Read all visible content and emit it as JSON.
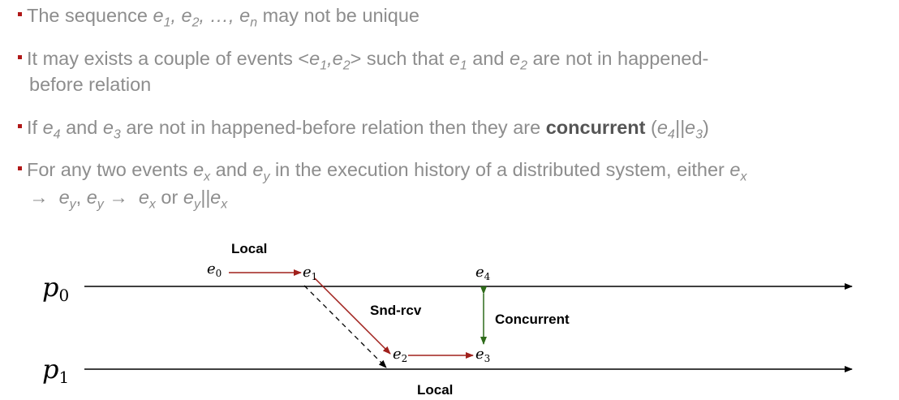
{
  "bullets": {
    "b1": {
      "t1": "The sequence ",
      "e": "e",
      "s1": "1",
      "c1": ", ",
      "s2": "2",
      "c2": ", …, ",
      "sn": "n",
      "t2": " may not be unique"
    },
    "b2": {
      "t1": "It may exists a couple of events <",
      "e": "e",
      "s1": "1",
      "c": ",",
      "s2": "2",
      "t2": "> such that ",
      "t3": " and ",
      "t4": " are not in happened-",
      "t5": "before relation"
    },
    "b3": {
      "t1": "If ",
      "e": "e",
      "s4": "4",
      "t2": " and ",
      "s3": "3",
      "t3": " are not in happened-before relation then they are ",
      "bold": "concurrent",
      "t4": " (",
      "bar": "||",
      "t5": ")"
    },
    "b4": {
      "t1": "For any two events ",
      "e": "e",
      "sx": "x",
      "t2": " and ",
      "sy": "y",
      "t3": " in the execution history of a distributed system, either ",
      "arrow": "→",
      "c": ", ",
      "t4": " or ",
      "bar": "||"
    }
  },
  "diagram": {
    "processes": [
      {
        "name": "p",
        "sub": "0"
      },
      {
        "name": "p",
        "sub": "1"
      }
    ],
    "events": {
      "e0": {
        "base": "e",
        "sub": "0"
      },
      "e1": {
        "base": "e",
        "sub": "1"
      },
      "e2": {
        "base": "e",
        "sub": "2"
      },
      "e3": {
        "base": "e",
        "sub": "3"
      },
      "e4": {
        "base": "e",
        "sub": "4"
      }
    },
    "labels": {
      "local_top": "Local",
      "snd_rcv": "Snd-rcv",
      "concurrent": "Concurrent",
      "local_bottom": "Local"
    },
    "colors": {
      "timeline": "#000000",
      "happened_before": "#a0201c",
      "concurrent": "#2e6b1a",
      "dashed": "#000000"
    }
  }
}
